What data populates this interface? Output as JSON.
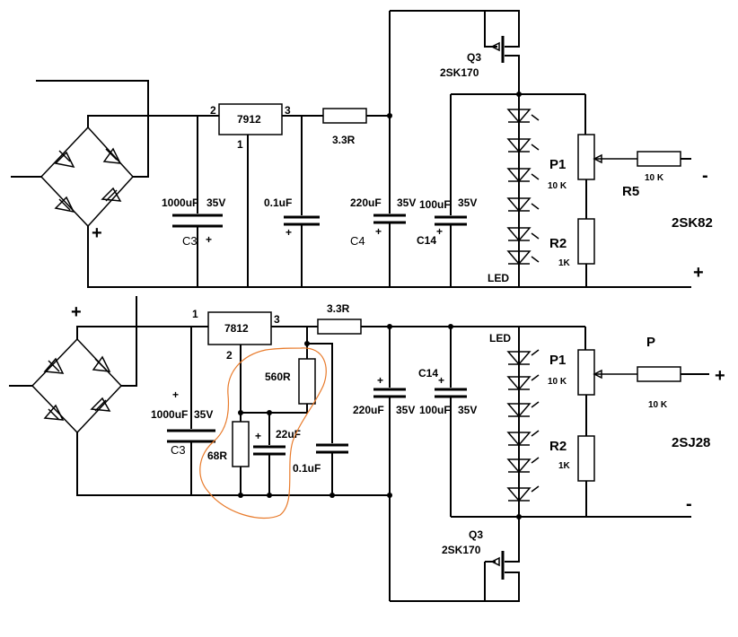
{
  "top": {
    "regulator": "7912",
    "pin_in": "2",
    "pin_out": "3",
    "pin_gnd": "1",
    "r_series": "3.3R",
    "c_input": "1000uF",
    "c_input_v": "35V",
    "c_input_name": "C3",
    "c_out": "0.1uF",
    "c4": "220uF",
    "c4_v": "35V",
    "c4_name": "C4",
    "c14": "100uF",
    "c14_v": "35V",
    "c14_name": "C14",
    "q3": "Q3",
    "q3_type": "2SK170",
    "led": "LED",
    "p1": "P1",
    "p1_val": "10 K",
    "r2": "R2",
    "r2_val": "1K",
    "r5_val": "10 K",
    "r5": "R5",
    "fet": "2SK82",
    "minus": "-",
    "plus_out": "+",
    "bridge_plus": "+"
  },
  "bottom": {
    "regulator": "7812",
    "pin_in": "1",
    "pin_out": "3",
    "pin_adj": "2",
    "r_series": "3.3R",
    "c_input": "1000uF",
    "c_input_v": "35V",
    "c_input_name": "C3",
    "r560": "560R",
    "r68": "68R",
    "c22": "22uF",
    "c01": "0.1uF",
    "c220": "220uF",
    "c220_v": "35V",
    "c14": "100uF",
    "c14_v": "35V",
    "c14_name": "C14",
    "led": "LED",
    "p1": "P1",
    "p1_val": "10 K",
    "r2": "R2",
    "r2_val": "1K",
    "p": "P",
    "r_val": "10 K",
    "fet": "2SJ28",
    "q3": "Q3",
    "q3_type": "2SK170",
    "plus_out": "+",
    "minus": "-",
    "bridge_plus": "+"
  }
}
